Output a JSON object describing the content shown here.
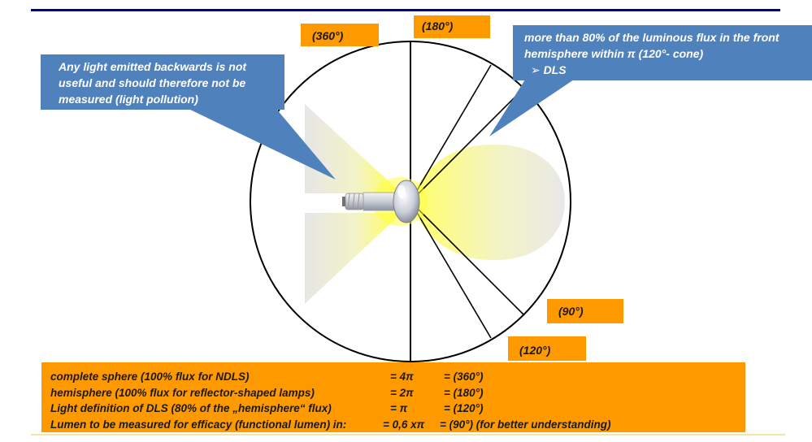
{
  "angle_labels": {
    "a360": "(360°)",
    "a180": "(180°)",
    "a90": "(90°)",
    "a120": "(120°)"
  },
  "callouts": {
    "left": "Any light emitted backwards is not useful and should therefore not be measured (light pollution)",
    "right_line1": "more than 80% of the luminous flux in the front hemisphere within π (120°- cone)",
    "right_bullet": "➢ DLS"
  },
  "legend": {
    "rows": [
      {
        "desc": "complete sphere (100% flux for NDLS)",
        "formula": "= 4π",
        "angle": "= (360°)"
      },
      {
        "desc": "hemisphere (100% flux for reflector-shaped lamps)",
        "formula": "= 2π",
        "angle": "= (180°)"
      },
      {
        "desc": "Light definition of DLS (80% of the „hemisphere“ flux)",
        "formula": "=  π",
        "angle": "= (120°)"
      },
      {
        "desc": "Lumen to be measured for efficacy (functional lumen) in:",
        "formula": "= 0,6 xπ",
        "angle": "= (90°) (for better understanding)"
      }
    ]
  },
  "colors": {
    "orange_box": "#ff9900",
    "callout_blue": "#4f81bd",
    "rule_navy": "#00008b",
    "light_yellow": "#ffff66"
  },
  "icons": [
    "light-bulb-icon"
  ]
}
